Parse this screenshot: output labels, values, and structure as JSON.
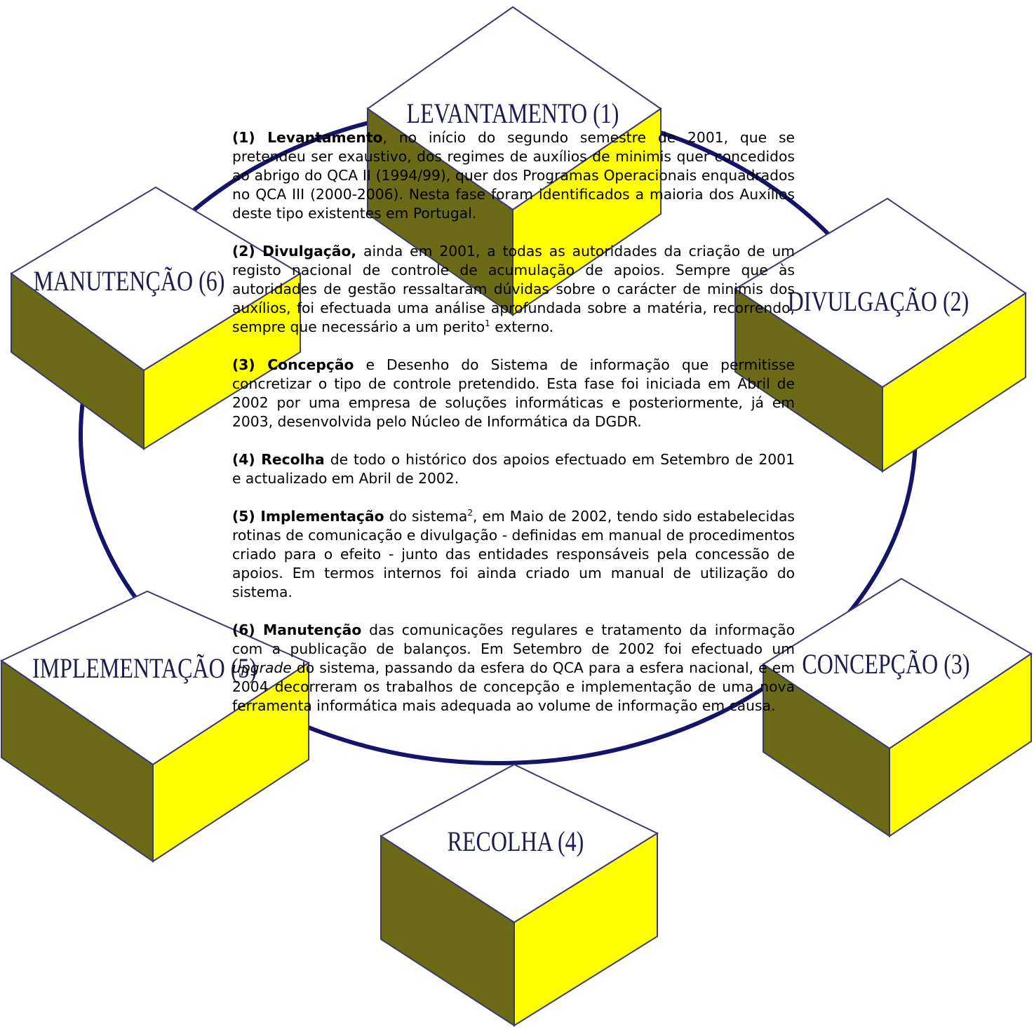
{
  "diagram": {
    "colors": {
      "top": "#ffffff",
      "side": "#ffff00",
      "outline": "#3a3a70",
      "ring": "#14146a"
    },
    "boxes": [
      {
        "id": "levantamento",
        "label": "LEVANTAMENTO (1)"
      },
      {
        "id": "divulgacao",
        "label": "DIVULGAÇÃO (2)"
      },
      {
        "id": "concepcao",
        "label": "CONCEPÇÃO (3)"
      },
      {
        "id": "recolha",
        "label": "RECOLHA (4)"
      },
      {
        "id": "implementacao",
        "label": "IMPLEMENTAÇÃO (5)"
      },
      {
        "id": "manutencao",
        "label": "MANUTENÇÃO (6)"
      }
    ]
  },
  "text": {
    "p1": {
      "title": "(1) Levantamento",
      "body": ", no início do segundo semestre de 2001, que se pretendeu ser exaustivo, dos regimes de auxílios de minimis quer concedidos ao abrigo do QCA II (1994/99), quer dos Programas Operacionais enquadrados no QCA III (2000-2006). Nesta fase foram identificados a maioria dos Auxílios deste tipo existentes em Portugal."
    },
    "p2": {
      "title": "(2) Divulgação,",
      "body": " ainda em 2001, a todas as autoridades da criação de um registo nacional de controle de acumulação de apoios. Sempre que às autoridades de gestão ressaltaram dúvidas sobre o carácter de minimis dos auxílios, foi efectuada uma análise aprofundada sobre a matéria, recorrendo, sempre que necessário a um perito",
      "sup": "1",
      "tail": " externo."
    },
    "p3": {
      "title": "(3) Concepção",
      "body": " e Desenho do Sistema de informação que permitisse concretizar o tipo de controle pretendido. Esta fase foi iniciada em Abril de 2002 por uma empresa de soluções informáticas e posteriormente, já em 2003, desenvolvida pelo Núcleo de Informática da DGDR."
    },
    "p4": {
      "title": "(4) Recolha",
      "body": " de todo o histórico dos apoios efectuado em Setembro de 2001 e actualizado em Abril de 2002."
    },
    "p5": {
      "title": "(5) Implementação",
      "body_a": " do sistema",
      "sup": "2",
      "body_b": ", em Maio de 2002, tendo sido estabelecidas rotinas de comunicação e divulgação - definidas em manual de procedimentos criado para o efeito - junto das entidades responsáveis pela concessão de apoios. Em termos internos foi ainda criado um manual de utilização do sistema."
    },
    "p6": {
      "title": "(6) Manutenção",
      "body_a": " das comunicações regulares e tratamento da informação com a publicação de balanços. Em Setembro de 2002 foi efectuado um ",
      "em": "upgrade",
      "body_b": " do sistema, passando da esfera do QCA para a esfera nacional, e em 2004 decorreram os trabalhos de concepção e implementação de uma nova ferramenta informática mais adequada ao volume de informação em causa."
    }
  }
}
